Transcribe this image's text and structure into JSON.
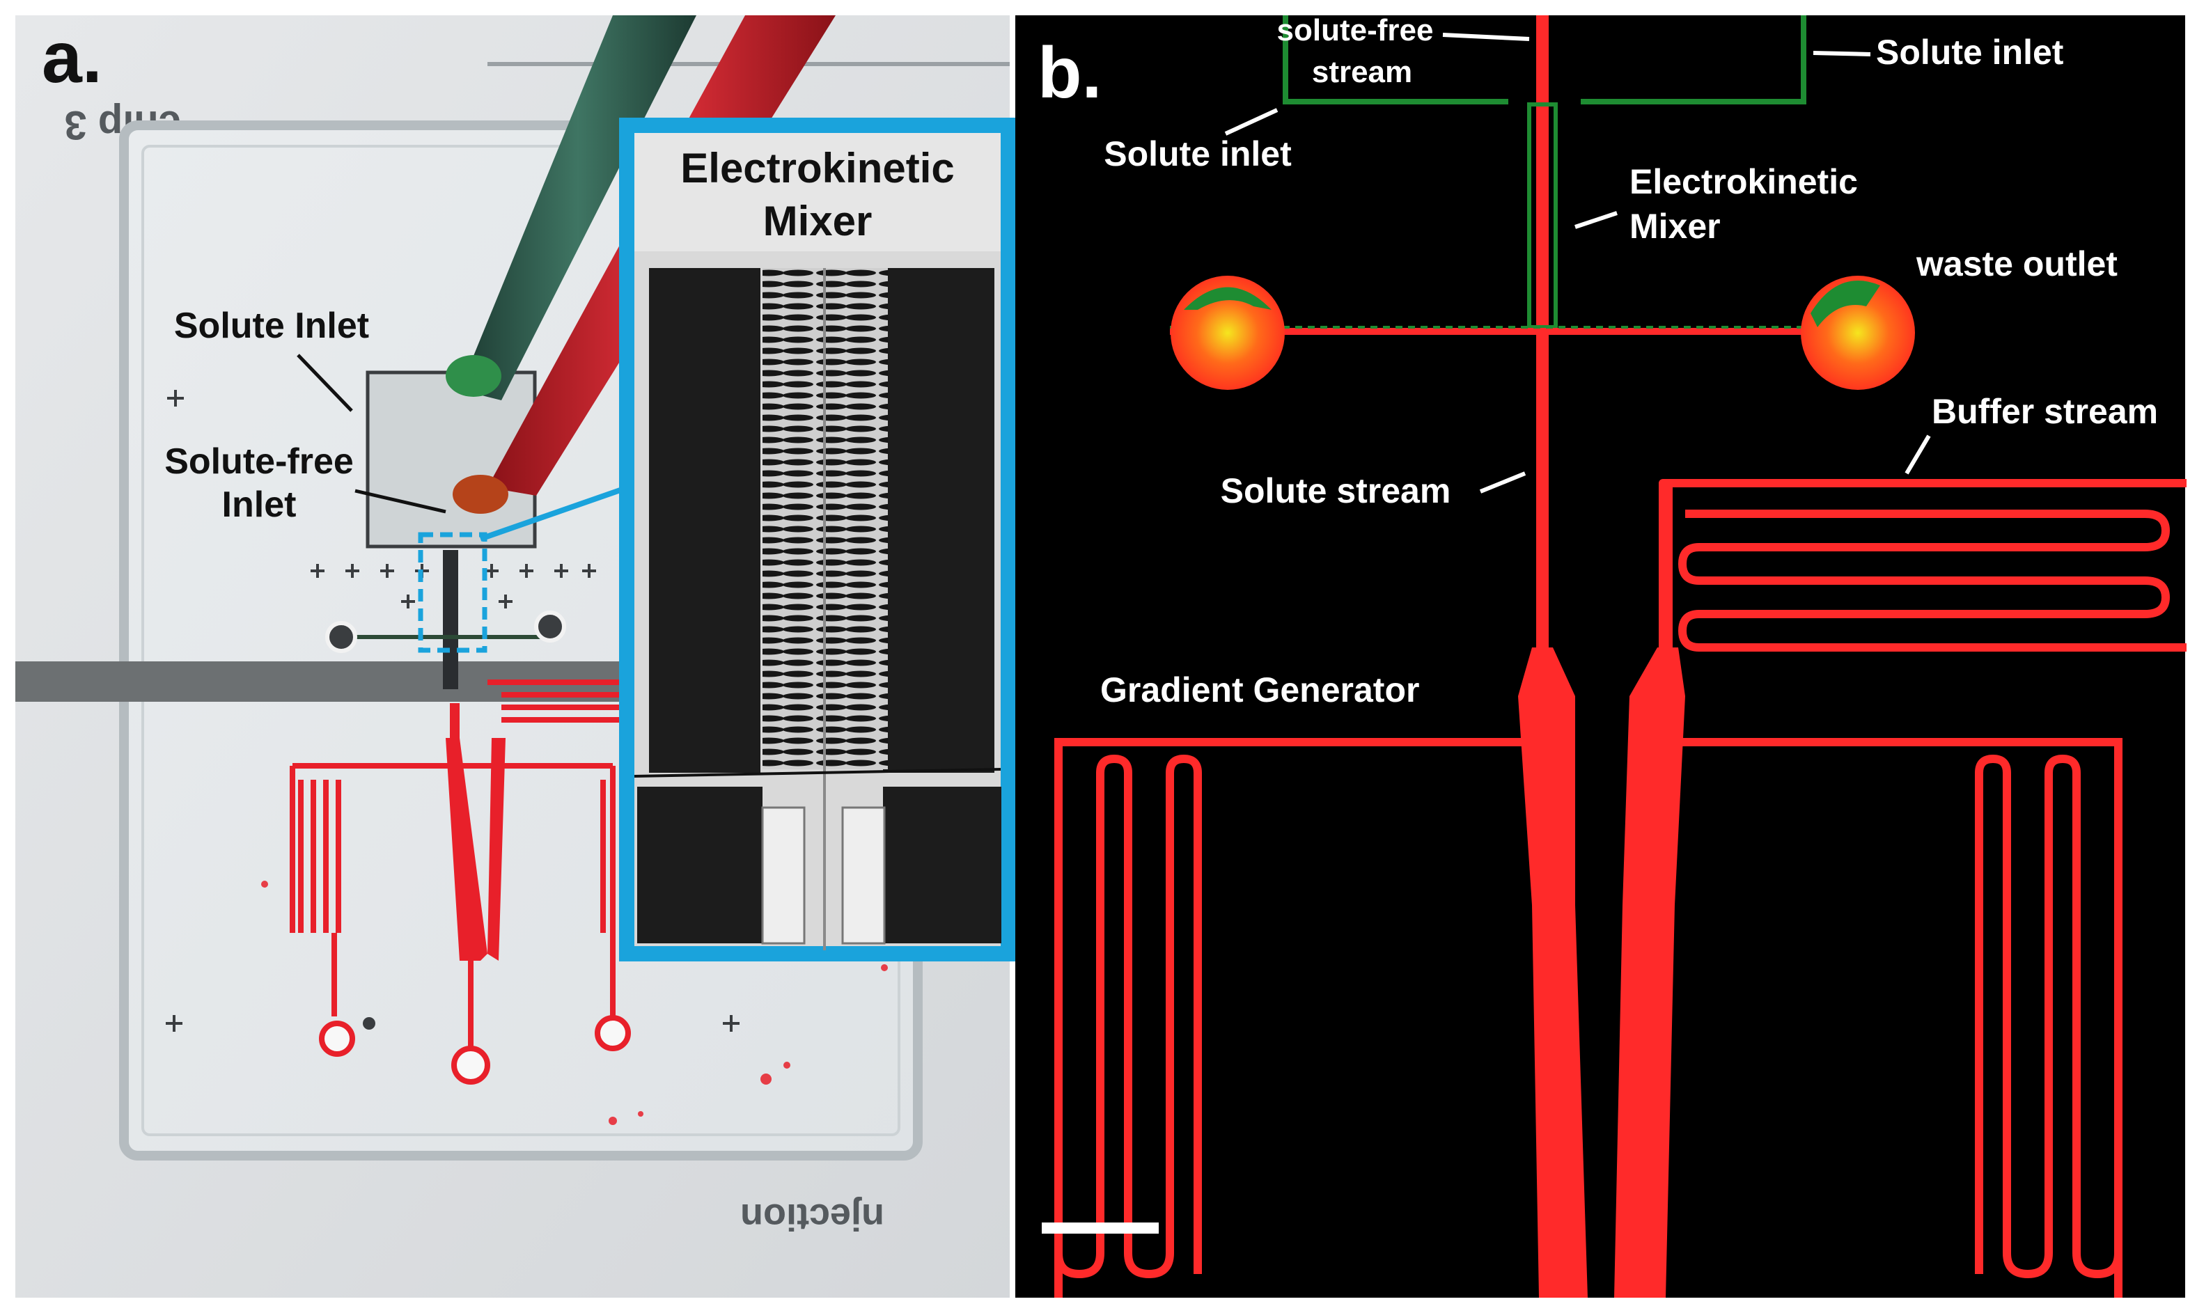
{
  "panel_a": {
    "panel_label": "a.",
    "inset_title_line1": "Electrokinetic",
    "inset_title_line2": "Mixer",
    "label_solute_inlet": "Solute Inlet",
    "label_solute_free_line1": "Solute-free",
    "label_solute_free_line2": "Inlet",
    "paper_text_top": "chip 3",
    "paper_text_bottom": "njection",
    "colors": {
      "inset_border": "#1aa3dc",
      "channel_red": "#e8202a",
      "tube_green": "#2e5a4a",
      "tube_red": "#c81e2a"
    }
  },
  "panel_b": {
    "panel_label": "b.",
    "label_solute_free_line1": "solute-free",
    "label_solute_free_line2": "stream",
    "label_solute_inlet_right": "Solute inlet",
    "label_solute_inlet_left": "Solute inlet",
    "label_mixer_line1": "Electrokinetic",
    "label_mixer_line2": "Mixer",
    "label_waste_outlet": "waste outlet",
    "label_buffer_stream": "Buffer stream",
    "label_solute_stream": "Solute stream",
    "label_gradient_generator": "Gradient Generator",
    "colors": {
      "background": "#000000",
      "channel_red": "#ff2a2a",
      "channel_green": "#1e8c32",
      "waste_yellow": "#f5e61e"
    }
  }
}
